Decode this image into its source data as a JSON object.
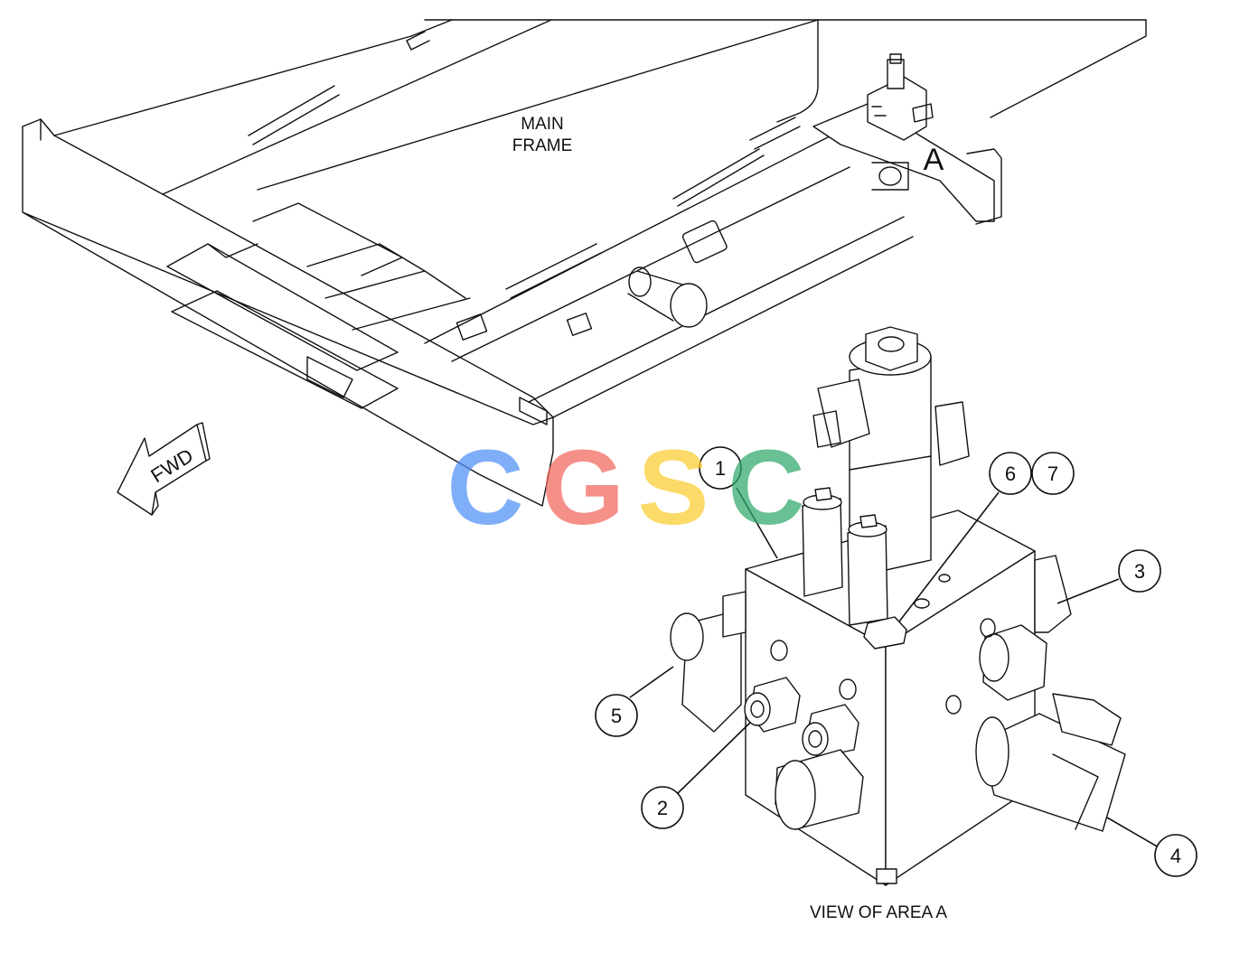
{
  "labels": {
    "main_frame_line1": "MAIN",
    "main_frame_line2": "FRAME",
    "area_marker": "A",
    "fwd_arrow": "FWD",
    "view_caption": "VIEW OF AREA A"
  },
  "watermark": {
    "letters": [
      "C",
      "G",
      "S",
      "C"
    ],
    "colors": [
      "#4f8ff7",
      "#f2665c",
      "#fbcc30",
      "#2fa86a"
    ]
  },
  "callouts": [
    "1",
    "2",
    "3",
    "4",
    "5",
    "6",
    "7"
  ]
}
